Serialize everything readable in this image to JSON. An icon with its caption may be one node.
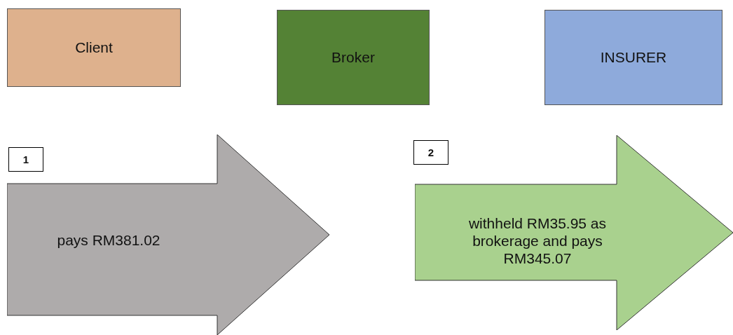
{
  "diagram": {
    "nodes": [
      {
        "text": [
          "Client"
        ]
      },
      {
        "text": [
          "Broker"
        ]
      },
      {
        "text": [
          "INSURER"
        ]
      },
      {
        "text": [
          "1"
        ]
      },
      {
        "text": [
          "pays RM381.02"
        ]
      },
      {
        "text": [
          "2"
        ]
      },
      {
        "text": [
          "withheld RM35.95 as brokerage and pays RM345.07"
        ]
      }
    ]
  }
}
